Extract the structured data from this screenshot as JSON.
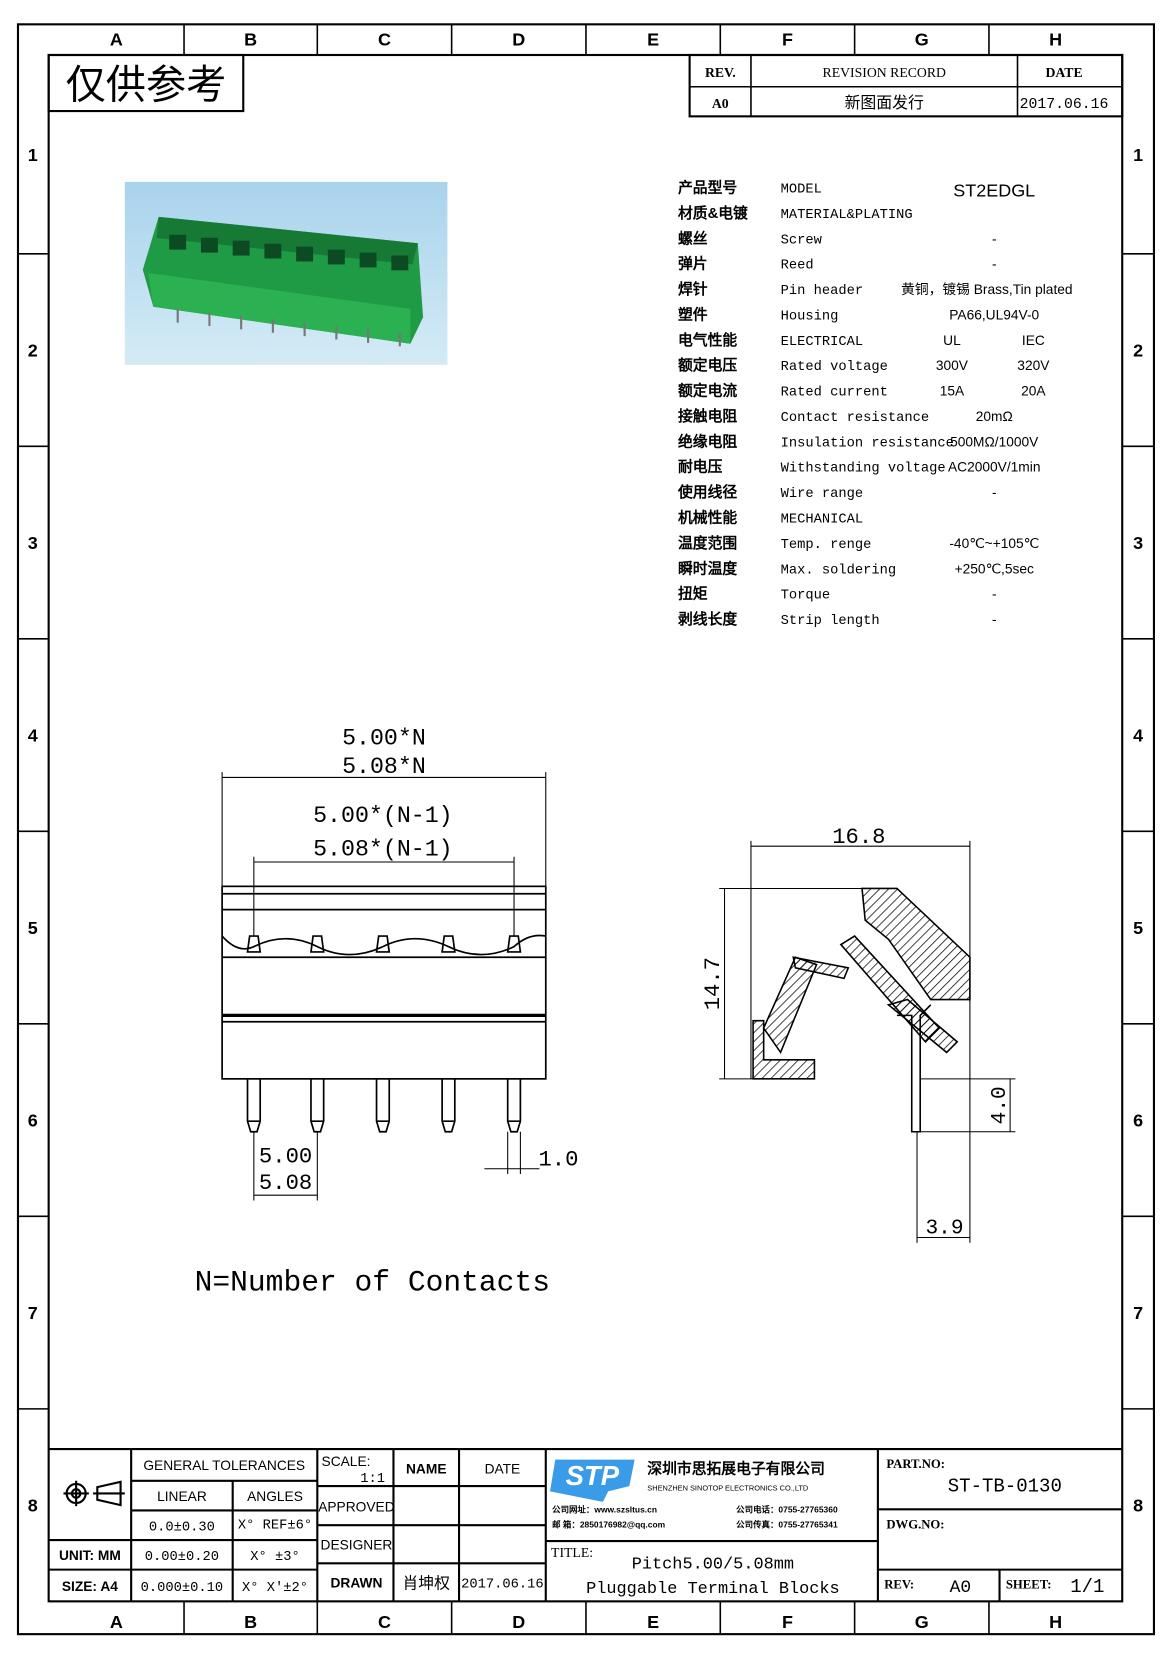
{
  "frame": {
    "columns": [
      "A",
      "B",
      "C",
      "D",
      "E",
      "F",
      "G",
      "H"
    ],
    "rows": [
      "1",
      "2",
      "3",
      "4",
      "5",
      "6",
      "7",
      "8"
    ]
  },
  "stamp": "仅供参考",
  "revision": {
    "headers": {
      "rev": "REV.",
      "record": "REVISION RECORD",
      "date": "DATE"
    },
    "rev": "A0",
    "record": "新图面发行",
    "date": "2017.06.16"
  },
  "colors": {
    "connector": "#1f9a45",
    "photo_bg": "#b7dcef",
    "logo": "#3a9be8"
  },
  "spec": {
    "model_value": "ST2EDGL",
    "rows": [
      {
        "cn": "产品型号",
        "en": "MODEL"
      },
      {
        "cn": "材质&电镀",
        "en": "MATERIAL&PLATING"
      },
      {
        "cn": "螺丝",
        "en": "Screw",
        "v": "-"
      },
      {
        "cn": "弹片",
        "en": "Reed",
        "v": "-"
      },
      {
        "cn": "焊针",
        "en": "Pin header",
        "v": "黄铜，镀锡 Brass,Tin plated"
      },
      {
        "cn": "塑件",
        "en": "Housing",
        "v": "PA66,UL94V-0"
      },
      {
        "cn": "电气性能",
        "en": "ELECTRICAL",
        "ul": "UL",
        "iec": "IEC"
      },
      {
        "cn": "额定电压",
        "en": "Rated voltage",
        "ul": "300V",
        "iec": "320V"
      },
      {
        "cn": "额定电流",
        "en": "Rated current",
        "ul": "15A",
        "iec": "20A"
      },
      {
        "cn": "接触电阻",
        "en": "Contact resistance",
        "v": "20mΩ"
      },
      {
        "cn": "绝缘电阻",
        "en": "Insulation resistance",
        "v": "500MΩ/1000V"
      },
      {
        "cn": "耐电压",
        "en": "Withstanding voltage",
        "v": "AC2000V/1min"
      },
      {
        "cn": "使用线径",
        "en": "Wire range",
        "v": "-"
      },
      {
        "cn": "机械性能",
        "en": "MECHANICAL"
      },
      {
        "cn": "温度范围",
        "en": "Temp. renge",
        "v": "-40℃~+105℃"
      },
      {
        "cn": "瞬时温度",
        "en": "Max. soldering",
        "v": "+250℃,5sec"
      },
      {
        "cn": "扭矩",
        "en": "Torque",
        "v": "-"
      },
      {
        "cn": "剥线长度",
        "en": "Strip length",
        "v": "-"
      }
    ]
  },
  "dims": {
    "total_a": "5.00*N",
    "total_b": "5.08*N",
    "span_a": "5.00*(N-1)",
    "span_b": "5.08*(N-1)",
    "pitch_a": "5.00",
    "pitch_b": "5.08",
    "pin_w": "1.0",
    "depth": "16.8",
    "height": "14.7",
    "pin_len": "4.0",
    "pin_off": "3.9",
    "note": "N=Number of Contacts"
  },
  "titleblock": {
    "general_tol": "GENERAL TOLERANCES",
    "linear": "LINEAR",
    "angles": "ANGLES",
    "lin": [
      "0.0±0.30",
      "0.00±0.20",
      "0.000±0.10"
    ],
    "ang": [
      "X° REF±6°",
      "X° ±3°",
      "X° X'±2°"
    ],
    "unit": "UNIT: MM",
    "size": "SIZE: A4",
    "scale_label": "SCALE:",
    "scale": "1:1",
    "name": "NAME",
    "date": "DATE",
    "approved": "APPROVED",
    "designer": "DESIGNER",
    "drawn": "DRAWN",
    "drawn_name": "肖坤权",
    "drawn_date": "2017.06.16",
    "logo": "STP",
    "company_cn": "深圳市思拓展电子有限公司",
    "company_en": "SHENZHEN SINOTOP ELECTRONICS CO.,LTD",
    "contact": [
      "公司网址：www.szsltus.cn",
      "邮    箱：2850176982@qq.com",
      "公司电话：0755-27765360",
      "公司传真：0755-27765341"
    ],
    "title_label": "TITLE:",
    "title1": "Pitch5.00/5.08mm",
    "title2": "Pluggable Terminal Blocks",
    "part_label": "PART.NO:",
    "part": "ST-TB-0130",
    "dwg_label": "DWG.NO:",
    "rev_label": "REV:",
    "rev": "A0",
    "sheet_label": "SHEET:",
    "sheet": "1/1"
  }
}
